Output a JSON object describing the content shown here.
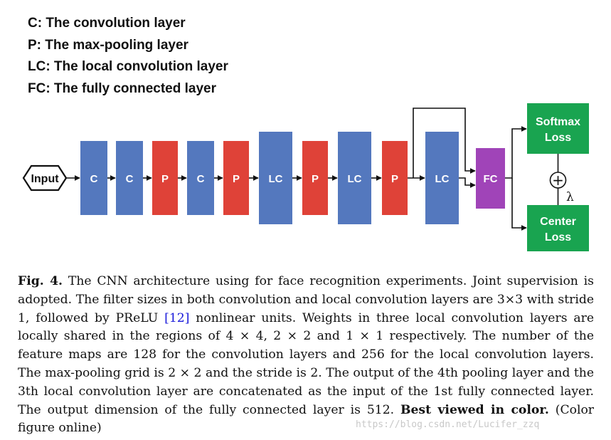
{
  "legend": [
    "C: The convolution layer",
    "P: The max-pooling layer",
    "LC: The local convolution layer",
    "FC: The fully connected layer"
  ],
  "diagram": {
    "input_label": "Input",
    "layers": [
      "C",
      "C",
      "P",
      "C",
      "P",
      "LC",
      "P",
      "LC",
      "P",
      "LC"
    ],
    "fc_label": "FC",
    "softmax_line1": "Softmax",
    "softmax_line2": "Loss",
    "center_line1": "Center",
    "center_line2": "Loss",
    "plus_symbol": "+",
    "lambda_symbol": "λ",
    "colors": {
      "conv": "#5478be",
      "pool": "#df4238",
      "fc": "#a044b8",
      "loss": "#19a450"
    }
  },
  "caption": {
    "fig_label": "Fig. 4.",
    "text_part1": " The CNN architecture using for face recognition experiments. Joint supervision is adopted. The filter sizes in both convolution and local convolution layers are 3×3 with stride 1, followed by PReLU ",
    "ref_open": "[",
    "ref_num": "12",
    "ref_close": "]",
    "text_part2": " nonlinear units. Weights in three local convolution layers are locally shared in the regions of 4 × 4, 2 × 2 and 1 × 1 respectively. The number of the feature maps are 128 for the convolution layers and 256 for the local convolution layers. The max-pooling grid is 2 × 2 and the stride is 2. The output of the 4th pooling layer and the 3th local convolution layer are concatenated as the input of the 1st fully connected layer. The output dimension of the fully connected layer is 512. ",
    "bold_tail": "Best viewed in color.",
    "tail": " (Color figure online)"
  },
  "watermark": "https://blog.csdn.net/Lucifer_zzq"
}
